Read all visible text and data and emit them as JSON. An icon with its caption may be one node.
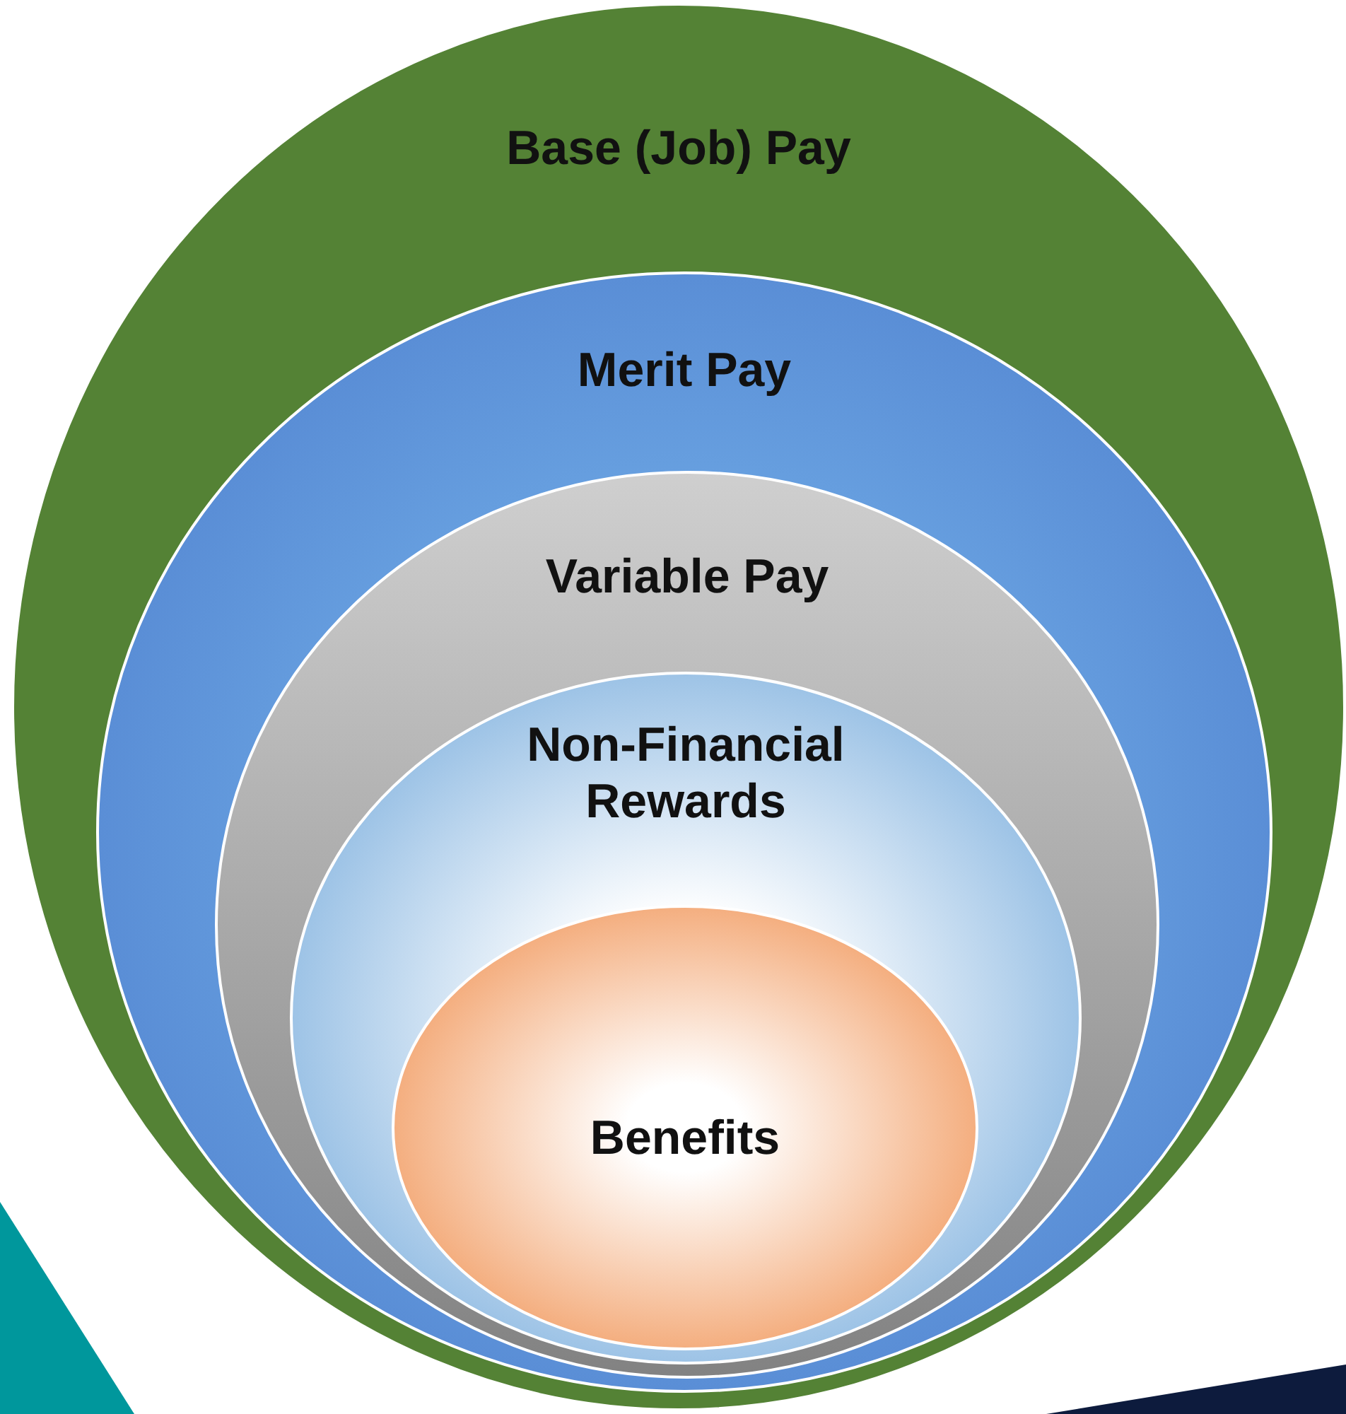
{
  "diagram": {
    "nodes": [
      {
        "text": [
          "Base (Job) Pay"
        ]
      },
      {
        "text": [
          "Merit Pay"
        ],
        "in": 0
      },
      {
        "text": [
          "Variable Pay"
        ],
        "in": 1
      },
      {
        "text": [
          "Non-Financial Rewards"
        ],
        "in": 2
      },
      {
        "text": [
          "Benefits"
        ],
        "in": 3
      }
    ]
  }
}
